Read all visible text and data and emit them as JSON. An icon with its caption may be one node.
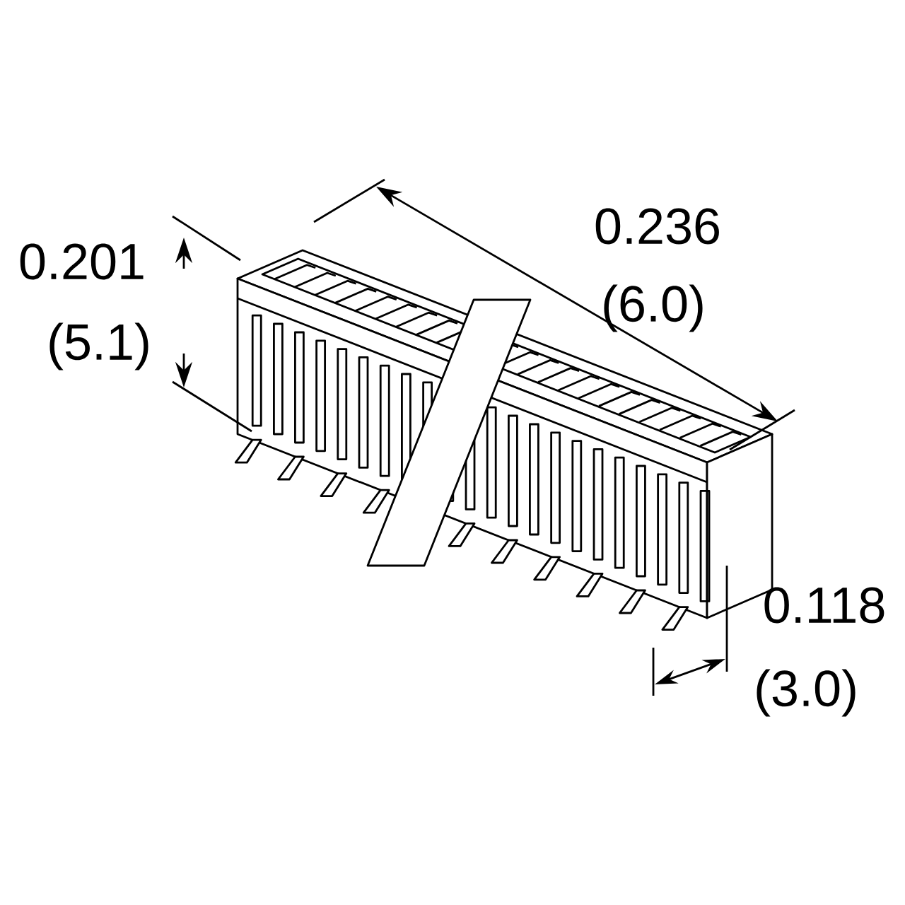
{
  "diagram": {
    "labels": [
      "0.236",
      "(6.0)",
      "0.201",
      "(5.1)",
      "0.118",
      "(3.0)"
    ]
  }
}
